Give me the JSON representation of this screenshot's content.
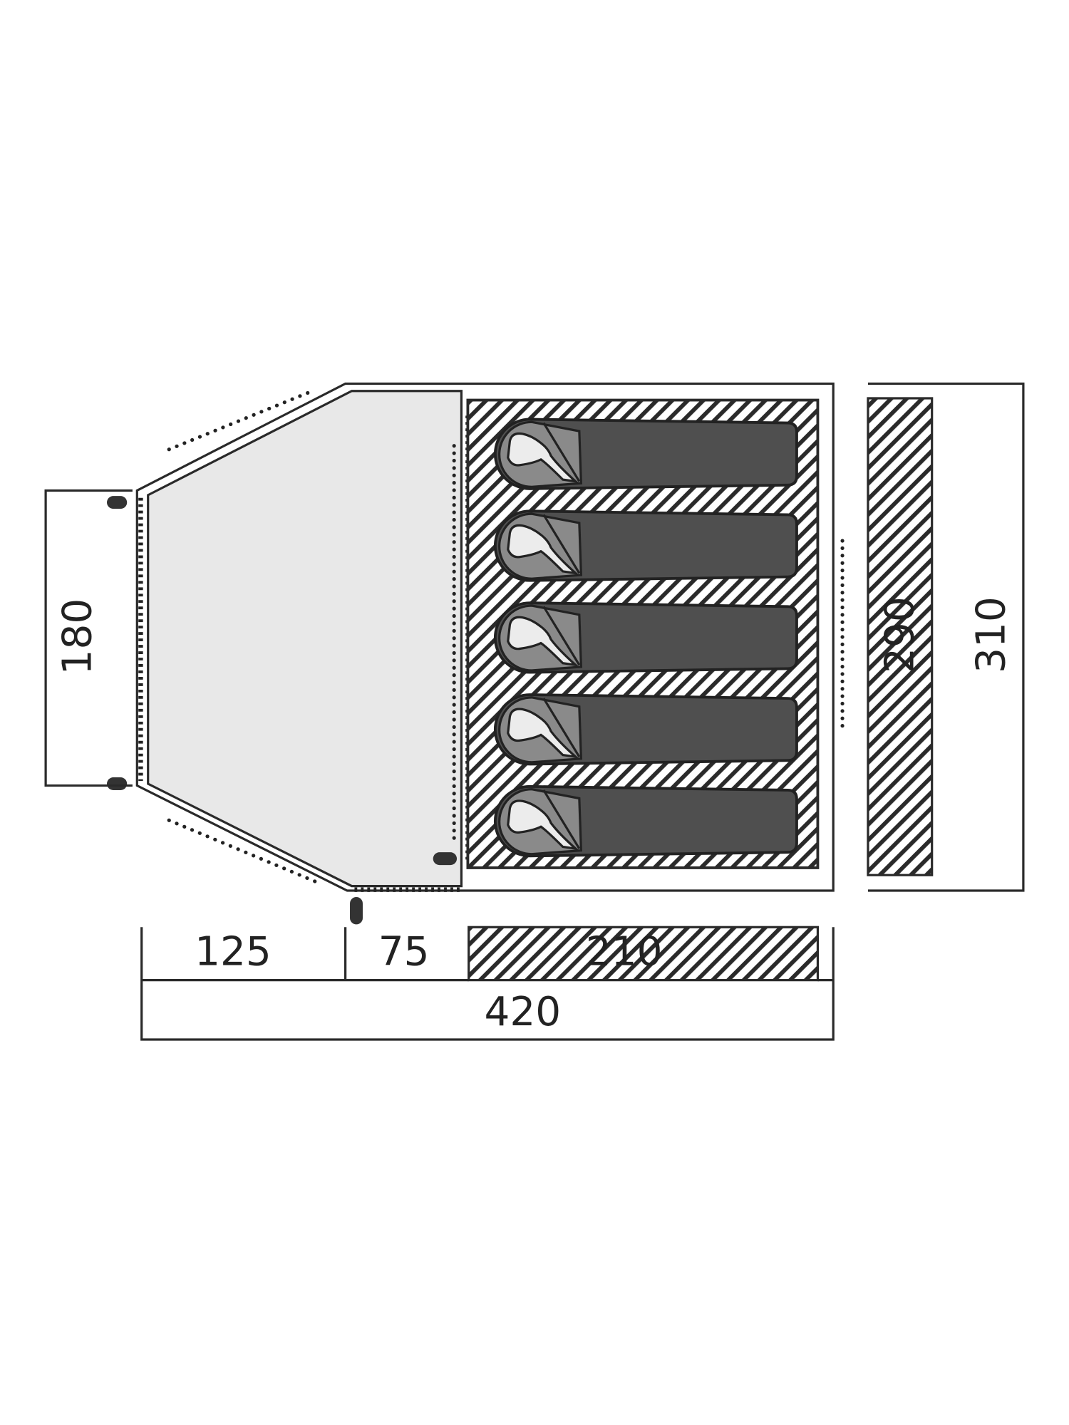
{
  "diagram": {
    "title": "Tent floor plan",
    "units": "cm",
    "dimensions": {
      "vestibule_width_front": "180",
      "inner_tent_width": "290",
      "total_width": "310",
      "vestibule_taper_depth": "125",
      "vestibule_straight_depth": "75",
      "inner_tent_depth": "210",
      "total_length": "420"
    },
    "sleeping_places": 5,
    "colors": {
      "outline": "#2a2a2a",
      "vestibule_fill": "#e8e8e8",
      "sleeping_bag": "#4f4f4f",
      "hood": "#8a8a8a",
      "head": "#ececec"
    }
  }
}
